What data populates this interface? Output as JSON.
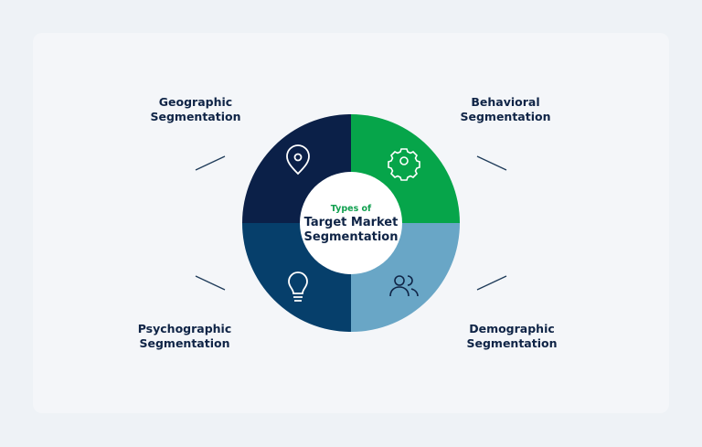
{
  "center": {
    "subtitle": "Types of",
    "title_line1": "Target Market",
    "title_line2": "Segmentation"
  },
  "segments": [
    {
      "line1": "Geographic",
      "line2": "Segmentation",
      "icon": "map-pin-icon",
      "color": "#0b2048"
    },
    {
      "line1": "Behavioral",
      "line2": "Segmentation",
      "icon": "gear-icon",
      "color": "#06a54a"
    },
    {
      "line1": "Psychographic",
      "line2": "Segmentation",
      "icon": "lightbulb-icon",
      "color": "#063f6b"
    },
    {
      "line1": "Demographic",
      "line2": "Segmentation",
      "icon": "users-icon",
      "color": "#69a6c6"
    }
  ]
}
